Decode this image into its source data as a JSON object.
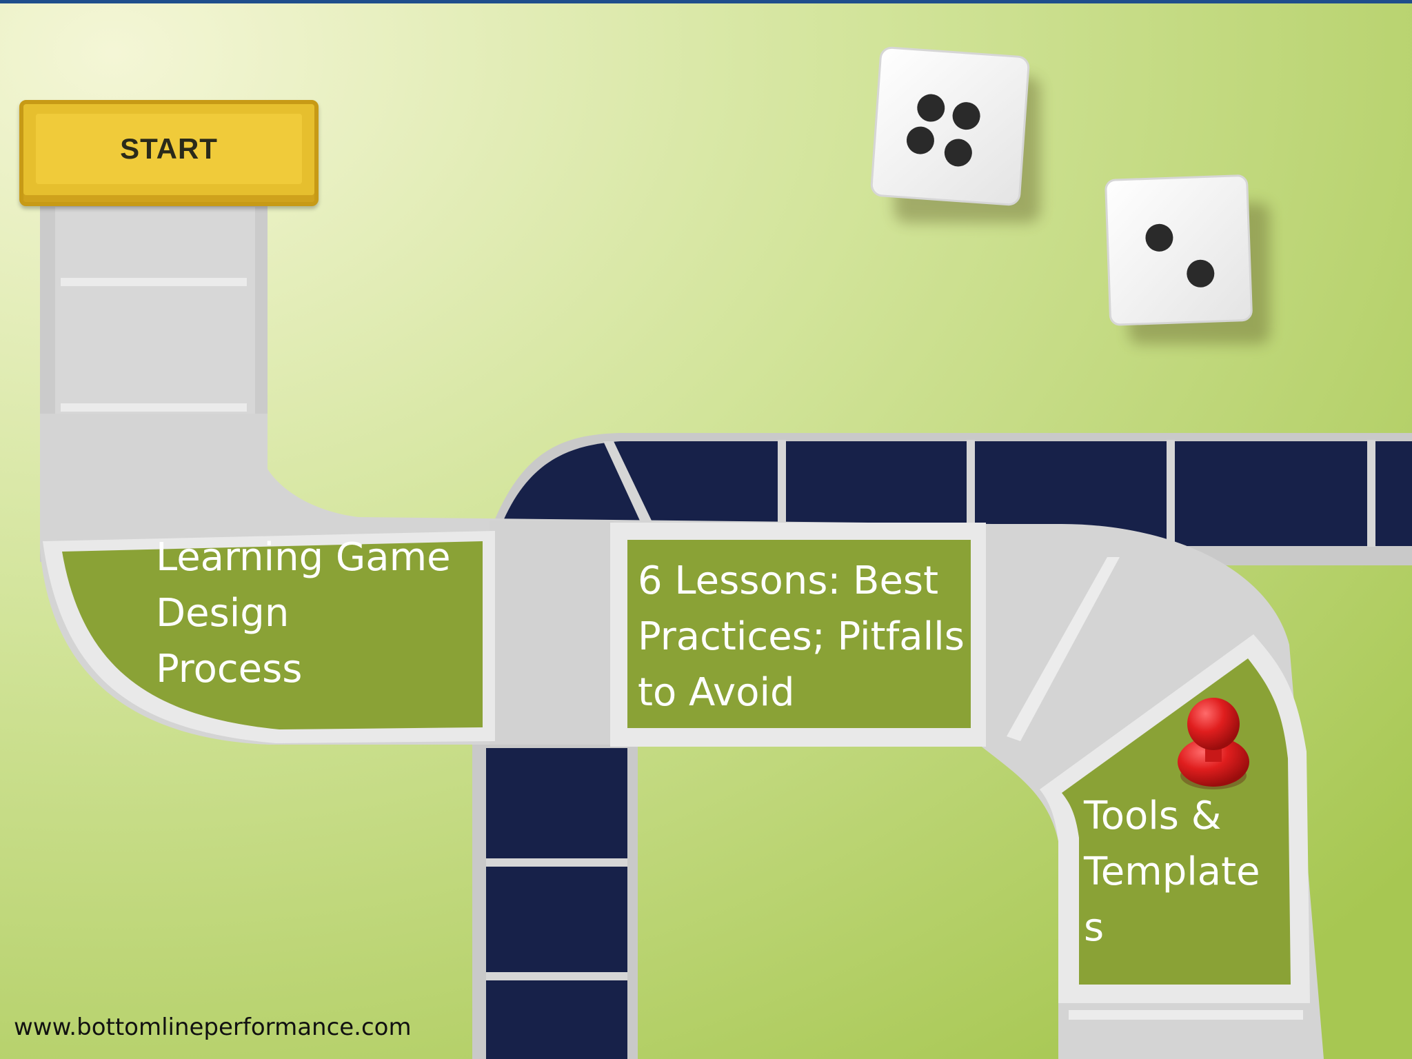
{
  "board": {
    "start_label": "START",
    "spaces": [
      {
        "lines": [
          "Learning Game",
          "Design",
          "Process"
        ]
      },
      {
        "lines": [
          "6 Lessons: Best",
          "Practices; Pitfalls",
          "to Avoid"
        ]
      },
      {
        "lines": [
          "Tools &",
          "Template",
          "s"
        ]
      }
    ]
  },
  "dice": [
    {
      "pips": 4
    },
    {
      "pips": 2
    }
  ],
  "footer": {
    "url": "www.bottomlineperformance.com"
  },
  "colors": {
    "background_light": "#f2f5d0",
    "background_green": "#b4cf5c",
    "path_gray": "#cfcfcf",
    "space_green": "#8aa236",
    "space_navy": "#172149",
    "start_yellow": "#e6bf2e",
    "pawn_red": "#d91a1a"
  }
}
